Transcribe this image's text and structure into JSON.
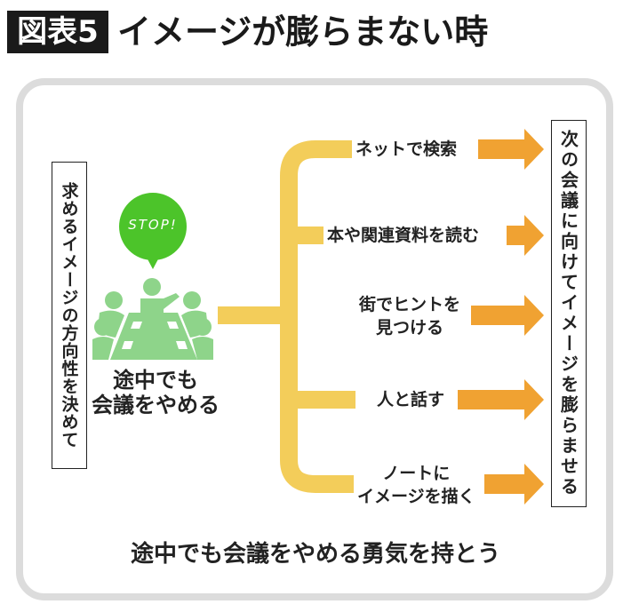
{
  "title": {
    "badge": "図表5",
    "text": "イメージが膨らまない時"
  },
  "left_box": "求めるイメージの方向性を決めて",
  "right_box": "次の会議に向けてイメージを膨らませる",
  "speech_bubble": "STOP!",
  "center_caption": [
    "途中でも",
    "会議をやめる"
  ],
  "branches": [
    "ネットで検索",
    "本や関連資料を読む",
    "街でヒントを\n見つける",
    "人と話す",
    "ノートに\nイメージを描く"
  ],
  "bottom_text": "途中でも会議をやめる勇気を持とう",
  "colors": {
    "yellow": "#f3cd5a",
    "orange": "#f0a232",
    "green": "#4cc42a",
    "light_green": "#8ed48a",
    "frame": "#dcdcdc"
  }
}
